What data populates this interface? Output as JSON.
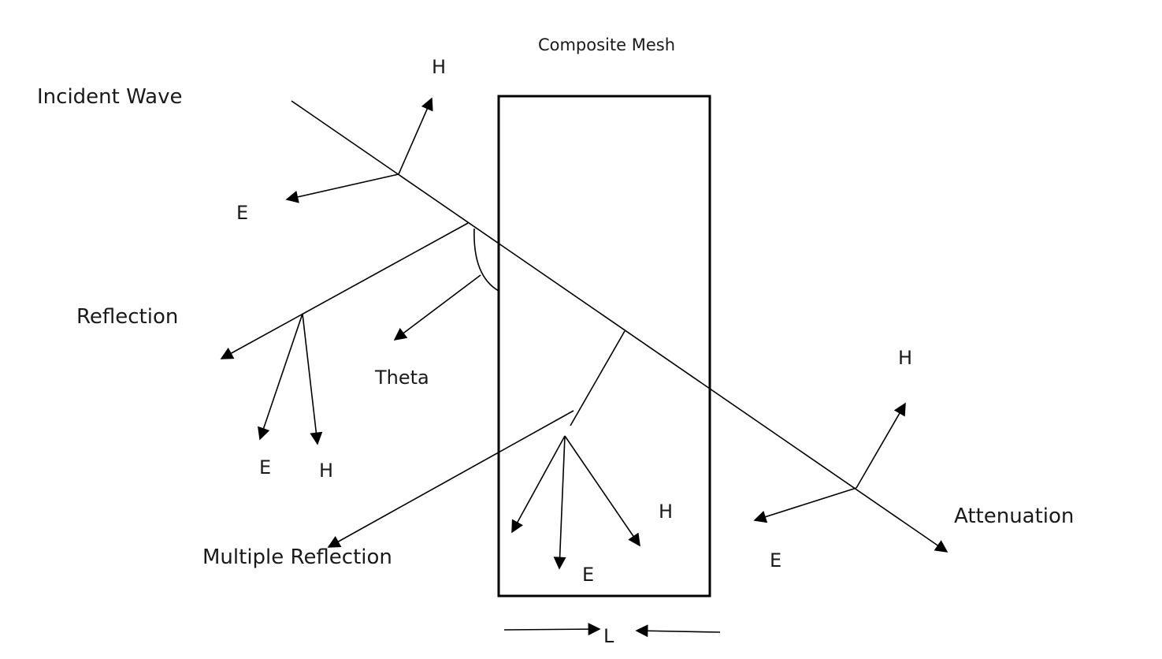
{
  "labels": {
    "title": "Composite Mesh",
    "incident_wave": "Incident Wave",
    "reflection": "Reflection",
    "theta": "Theta",
    "multiple_reflection": "Multiple Reflection",
    "attenuation": "Attenuation",
    "thickness": "L",
    "incident_h": "H",
    "incident_e": "E",
    "reflection_e": "E",
    "reflection_h": "H",
    "inner_h": "H",
    "inner_e": "E",
    "transmitted_h": "H",
    "transmitted_e": "E"
  }
}
